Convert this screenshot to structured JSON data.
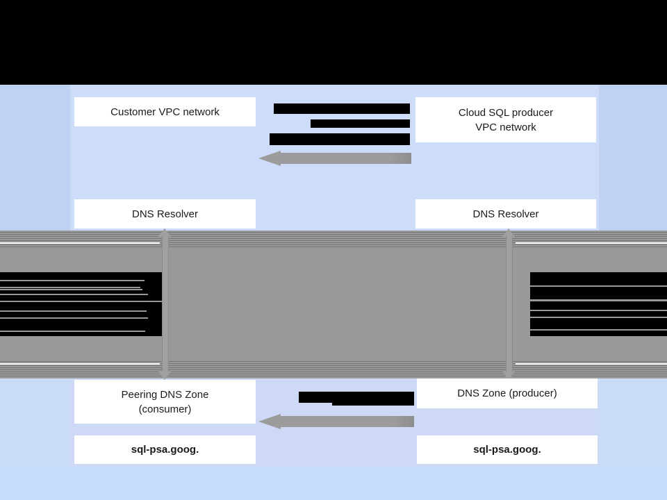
{
  "labels": {
    "customer_vpc": "Customer VPC network",
    "producer_vpc_line1": "Cloud SQL producer",
    "producer_vpc_line2": "VPC network",
    "dns_resolver_left": "DNS Resolver",
    "dns_resolver_right": "DNS Resolver",
    "peering_zone_line1": "Peering DNS Zone",
    "peering_zone_line2": "(consumer)",
    "producer_zone": "DNS Zone (producer)",
    "domain_left": "sql-psa.goog.",
    "domain_right": "sql-psa.goog."
  },
  "redactions": {
    "header_bar": "full-width black bar at top",
    "upper_middle_text_lines": 3,
    "gray_band_left_block_lines": 8,
    "gray_band_right_block_lines": 6,
    "lower_middle_text_lines": 1
  },
  "colors": {
    "redaction_black": "#000000",
    "gray_band": "#999999",
    "upper_outer_blue": "#c0d2f4",
    "panel_blue": "#cddcf8",
    "lower_outer_blue": "#cadcf8",
    "bottom_strip_blue": "#c5def9",
    "arrow_gray": "#9c9c9c",
    "box_background": "#ffffff"
  }
}
